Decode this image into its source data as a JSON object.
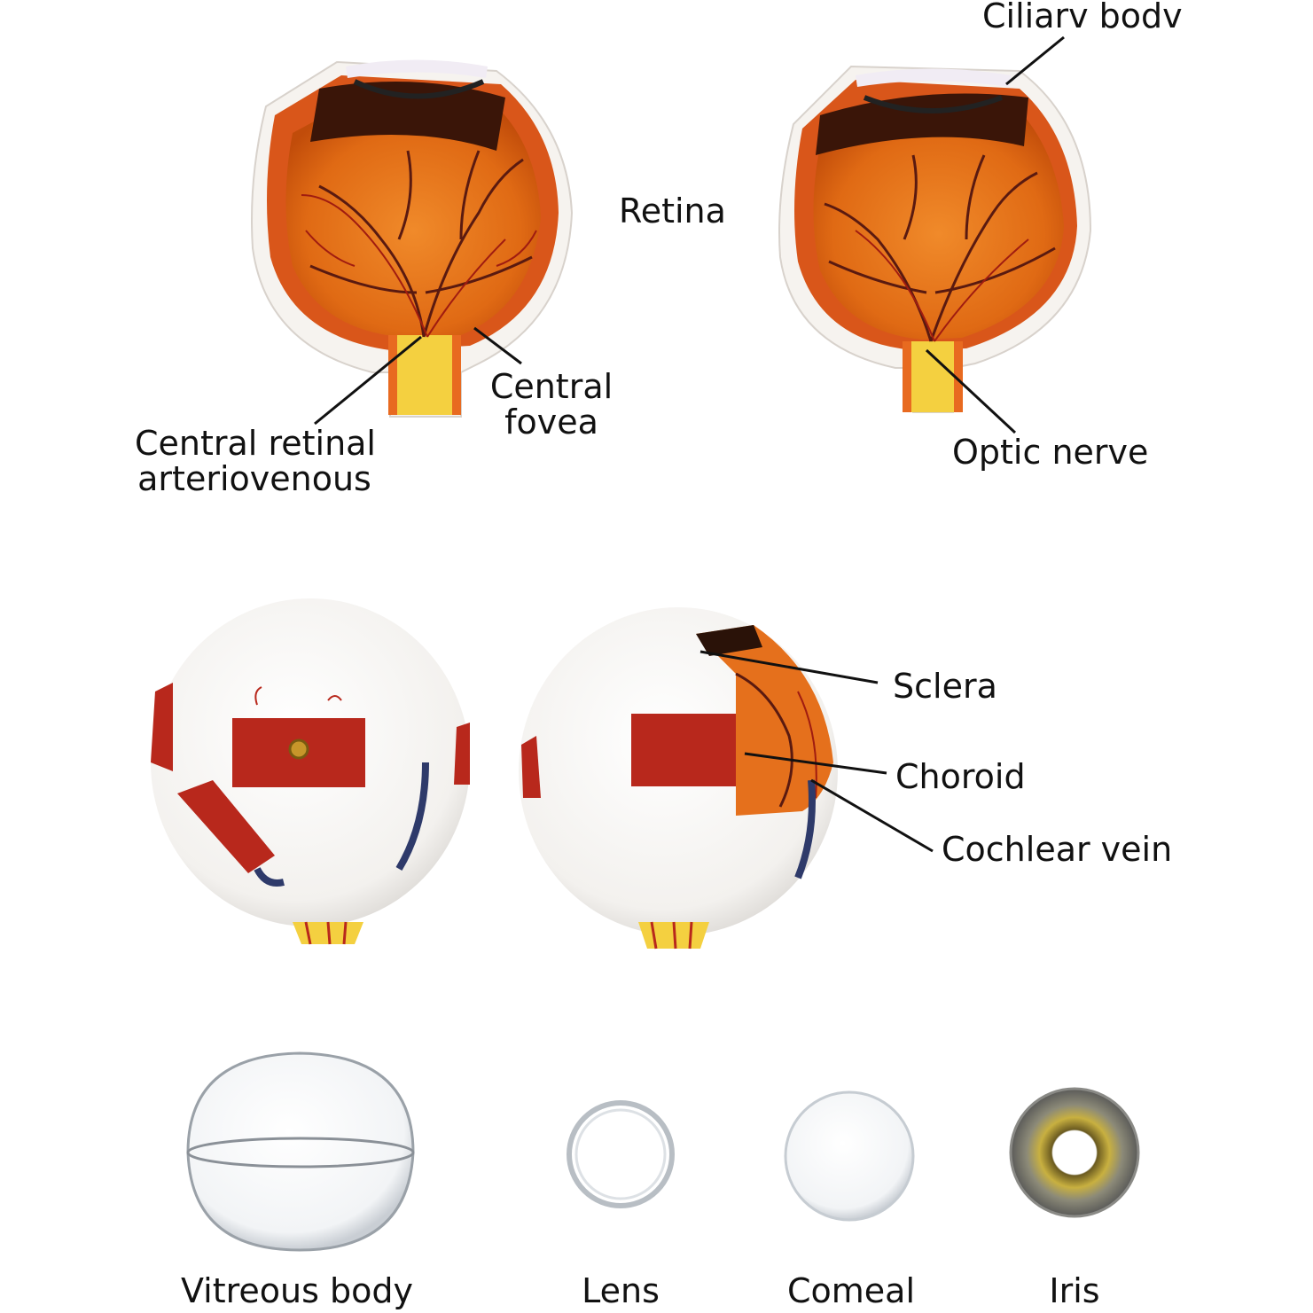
{
  "labels": {
    "ciliary_body": "Ciliarv bodv",
    "retina": "Retina",
    "central_fovea": [
      "Central",
      "fovea"
    ],
    "central_retinal": [
      "Central retinal",
      "arteriovenous"
    ],
    "optic_nerve": "Optic nerve",
    "sclera": "Sclera",
    "choroid": "Choroid",
    "cochlear_vein": "Cochlear vein",
    "vitreous_body": "Vitreous body",
    "lens": "Lens",
    "corneal": "Comeal",
    "iris": "Iris"
  },
  "colors": {
    "interior_orange": "#e8731c",
    "deep_orange": "#c94a0c",
    "muscle_red": "#b8281c",
    "vessel_dark": "#5a1a10",
    "nerve_yellow": "#f4d040",
    "sclera_white": "#f7f5f2",
    "vein_blue": "#2e3a6a",
    "iris_olive": "#8a7a3a",
    "leader_line": "#111111"
  }
}
